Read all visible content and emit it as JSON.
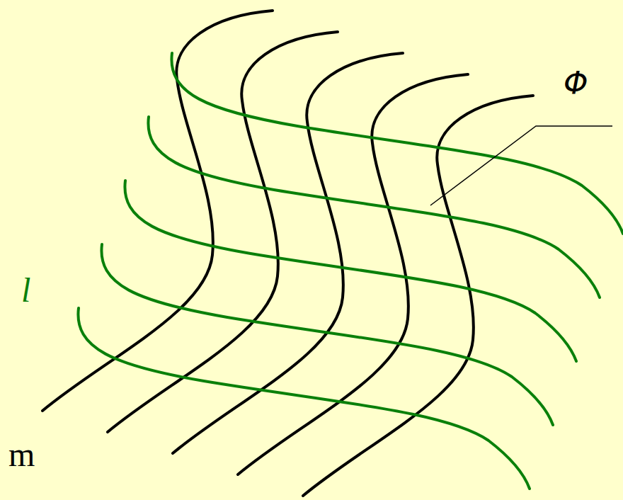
{
  "diagram": {
    "labels": [
      "Φ",
      "l",
      "m"
    ]
  }
}
